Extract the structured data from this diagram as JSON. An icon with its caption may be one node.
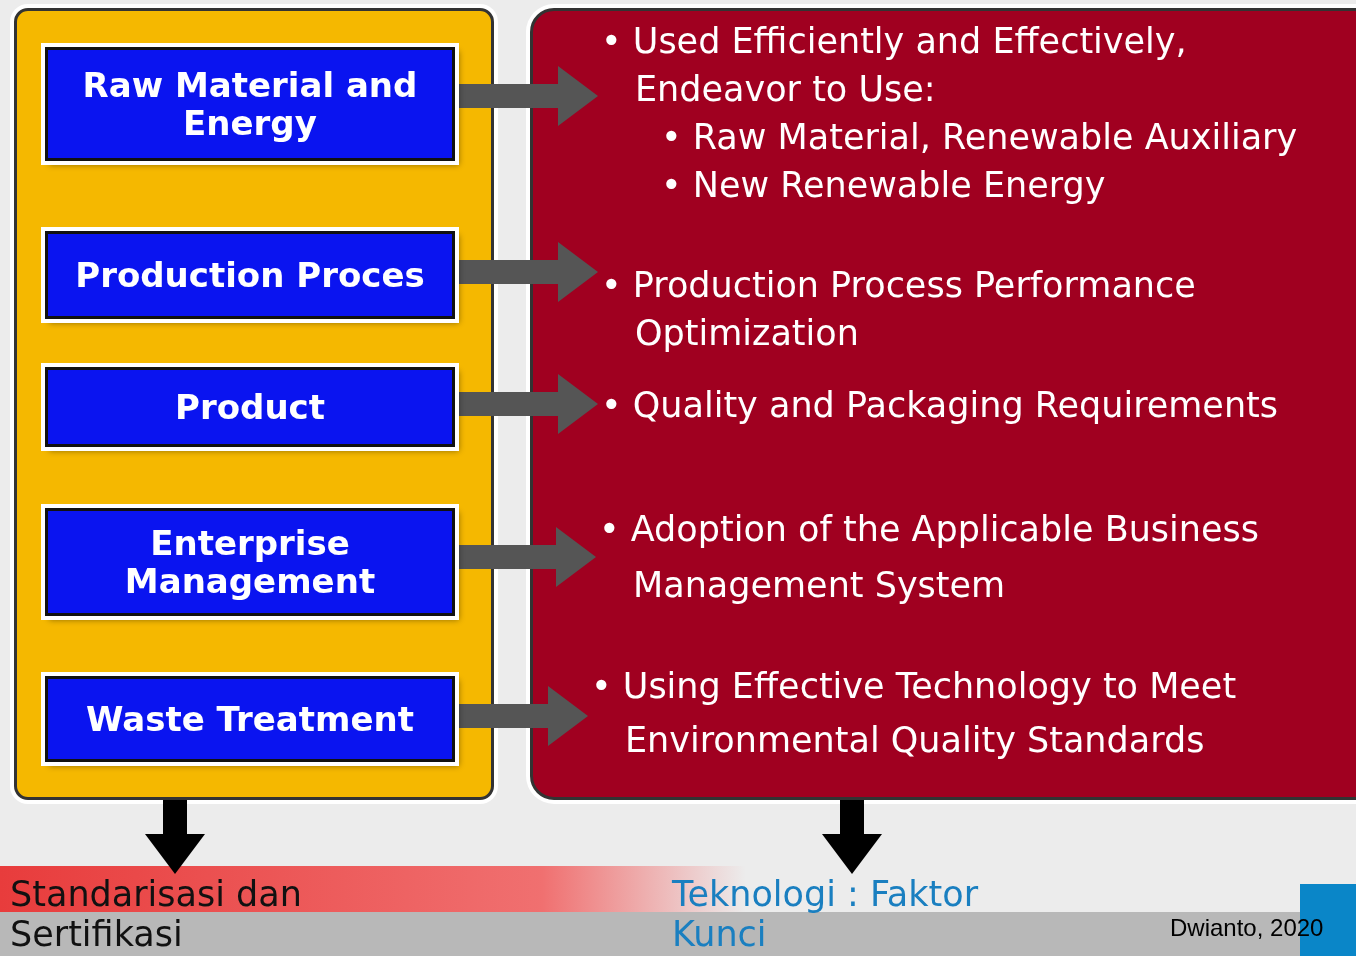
{
  "diagram": {
    "nodes": [
      {
        "text": [],
        "shape": "box"
      },
      {
        "text": [
          "Raw Material and Energy"
        ],
        "in": 0
      },
      {
        "text": [
          "Production Proces"
        ],
        "in": 0
      },
      {
        "text": [
          "Product"
        ],
        "in": 0
      },
      {
        "text": [
          "Enterprise Management"
        ],
        "in": 0
      },
      {
        "text": [
          "Waste Treatment"
        ],
        "in": 0
      },
      {
        "text": [],
        "shape": "box"
      },
      {
        "text": [
          "• Used Efficiently and Effectively, Endeavor to Use:",
          "• Raw Material, Renewable Auxiliary",
          "• New Renewable Energy"
        ],
        "in": 6
      },
      {
        "text": [
          "• Production Process Performance Optimization"
        ],
        "in": 6
      },
      {
        "text": [
          "• Quality and Packaging Requirements"
        ],
        "in": 6
      },
      {
        "text": [
          "• Adoption of the Applicable Business Management System"
        ],
        "in": 6
      },
      {
        "text": [
          "• Using Effective Technology to Meet Environmental Quality Standards"
        ],
        "in": 6
      },
      {
        "text": [
          "Standarisasi dan Sertifikasi"
        ]
      },
      {
        "text": [
          "Teknologi : Faktor Kunci"
        ]
      }
    ],
    "edges": [
      {
        "from": 1,
        "to": 7,
        "arrow": "to"
      },
      {
        "from": 2,
        "to": 8,
        "arrow": "to"
      },
      {
        "from": 3,
        "to": 9,
        "arrow": "to"
      },
      {
        "from": 4,
        "to": 10,
        "arrow": "to"
      },
      {
        "from": 5,
        "to": 11,
        "arrow": "to"
      },
      {
        "from": 0,
        "to": 12,
        "arrow": "to",
        "color": "#000000"
      },
      {
        "from": 6,
        "to": 13,
        "arrow": "to",
        "color": "#000000"
      }
    ],
    "labels": [
      "Dwianto, 2020"
    ]
  }
}
